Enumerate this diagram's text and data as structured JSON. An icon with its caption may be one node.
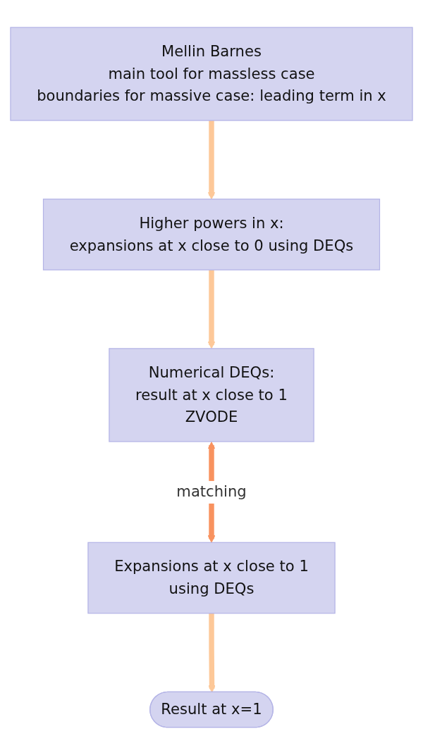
{
  "diagram": {
    "nodes": [
      {
        "text": [
          "Mellin Barnes",
          "main tool for massless case",
          "boundaries for massive case: leading term in x"
        ]
      },
      {
        "text": [
          "Higher powers in x:",
          "expansions at x close to 0 using DEQs"
        ]
      },
      {
        "text": [
          "Numerical DEQs:",
          "result at x close to 1",
          "ZVODE"
        ]
      },
      {
        "text": [
          "Expansions at x close to 1",
          "using DEQs"
        ]
      },
      {
        "text": [
          "Result at x=1"
        ]
      }
    ],
    "edges": [
      {
        "from": 0,
        "to": 1,
        "arrow": "to"
      },
      {
        "from": 1,
        "to": 2,
        "arrow": "to"
      },
      {
        "from": 2,
        "to": 3,
        "arrow": "both",
        "label": "matching",
        "color": "#f8925f"
      },
      {
        "from": 3,
        "to": 4,
        "arrow": "to"
      }
    ]
  }
}
